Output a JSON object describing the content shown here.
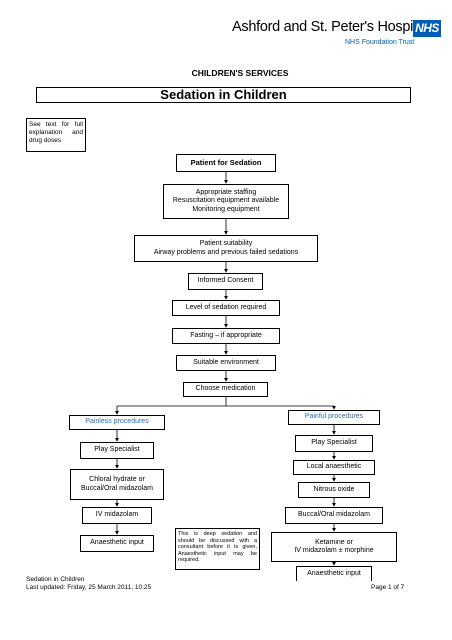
{
  "header": {
    "org_name": "Ashford and St. Peter's Hospitals",
    "nhs_badge": "NHS",
    "trust": "NHS Foundation Trust",
    "service": "CHILDREN'S SERVICES",
    "title": "Sedation in Children"
  },
  "note": "See text for full explanation and drug doses",
  "flow": {
    "patient": "Patient for Sedation",
    "staffing": [
      "Appropriate staffing",
      "Resuscitation equipment available",
      "Monitoring equipment"
    ],
    "suitability": [
      "Patient suitability",
      "Airway problems and previous failed sedations"
    ],
    "consent": "Informed Consent",
    "level": "Level of sedation required",
    "fasting": "Fasting – if appropriate",
    "environment": "Suitable environment",
    "medication": "Choose medication"
  },
  "painless": {
    "heading": "Painless procedures",
    "play": "Play Specialist",
    "chloral": [
      "Chloral hydrate or",
      "Buccal/Oral midazolam"
    ],
    "iv": "IV midazolam",
    "anaesthetic": "Anaesthetic input"
  },
  "painful": {
    "heading": "Painful procedures",
    "play": "Play Specialist",
    "local": "Local anaesthetic",
    "nitrous": "Nitrous oxide",
    "buccal": "Buccal/Oral midazolam",
    "ketamine": [
      "Ketamine or",
      "IV midazolam ± morphine"
    ],
    "anaesthetic": "Anaesthetic input"
  },
  "deep_note": "This is deep sedation and should be discussed with a consultant before it is given. Anaesthetic input may be required.",
  "footer": {
    "doc": "Sedation in Children",
    "updated": "Last updated: Friday, 25 March 2011, 10:25",
    "page": "Page 1 of 7"
  },
  "colors": {
    "nhs_blue": "#005eb8",
    "heading_blue": "#2a6ebb"
  }
}
